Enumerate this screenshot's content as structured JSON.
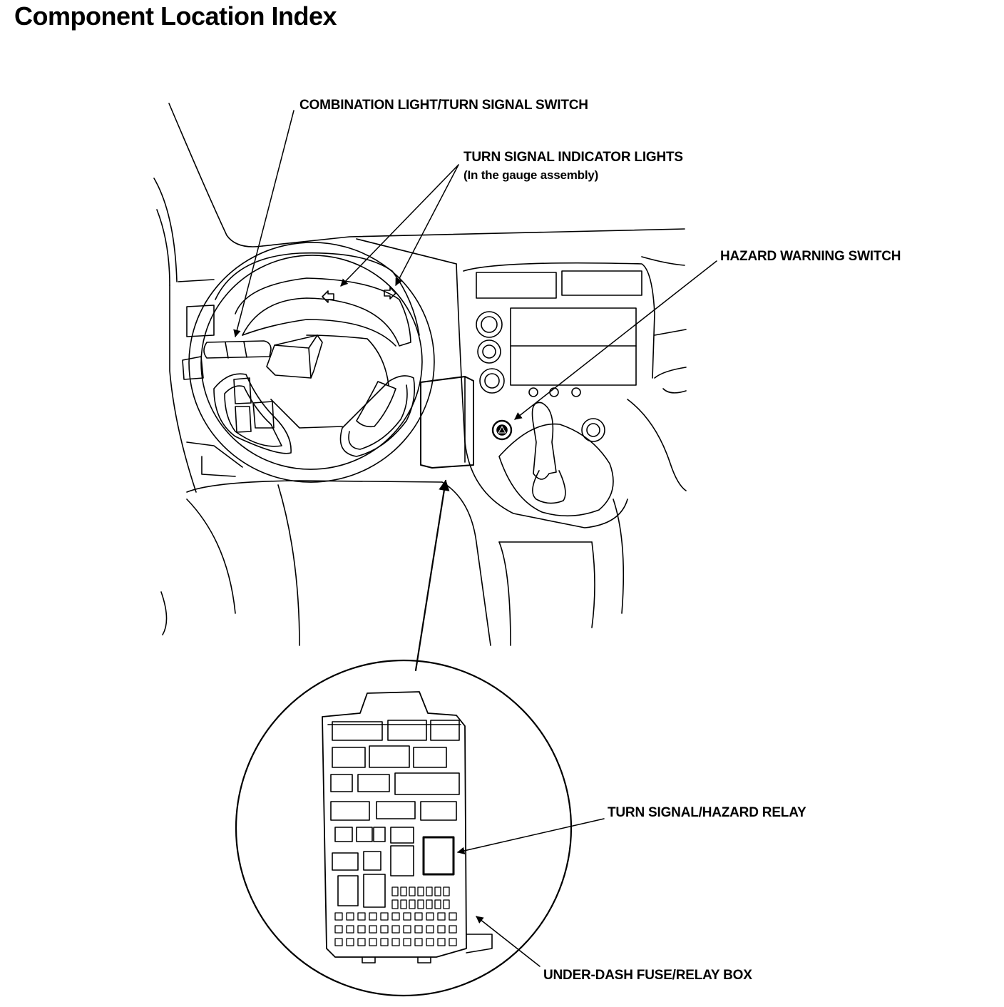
{
  "page": {
    "title": "Component Location Index"
  },
  "callouts": {
    "combination_switch": "COMBINATION LIGHT/TURN SIGNAL SWITCH",
    "indicator_lights": "TURN SIGNAL INDICATOR LIGHTS",
    "indicator_lights_note": "(In the gauge assembly)",
    "hazard_switch": "HAZARD WARNING SWITCH",
    "relay": "TURN SIGNAL/HAZARD RELAY",
    "fuse_box": "UNDER-DASH FUSE/RELAY BOX"
  },
  "colors": {
    "ink": "#000000",
    "paper": "#ffffff"
  }
}
